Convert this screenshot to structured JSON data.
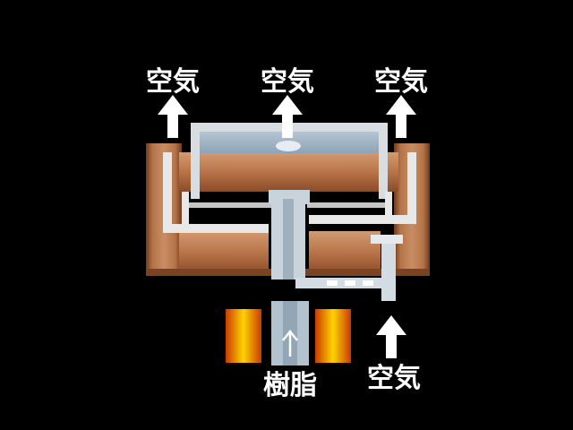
{
  "labels": {
    "air_top_left": "空気",
    "air_top_center": "空気",
    "air_top_right": "空気",
    "resin_inlet": "樹脂",
    "air_inlet_bottom_right": "空気"
  },
  "colors": {
    "background": "#000000",
    "copper_mold": "#a9683f",
    "copper_dark": "#6e3b1f",
    "copper_light": "#c98d63",
    "cavity_blue": "#9fb3c4",
    "air_channel": "#e8e8e8",
    "resin_channel": "#b8c8d6",
    "heater_red": "#d84a00",
    "heater_yellow": "#ffd400",
    "arrow_white": "#ffffff"
  },
  "icons": {
    "air_flow": "arrow-up-icon",
    "resin_flow": "thin-arrow-up-icon",
    "heater": "heater-block-icon"
  }
}
